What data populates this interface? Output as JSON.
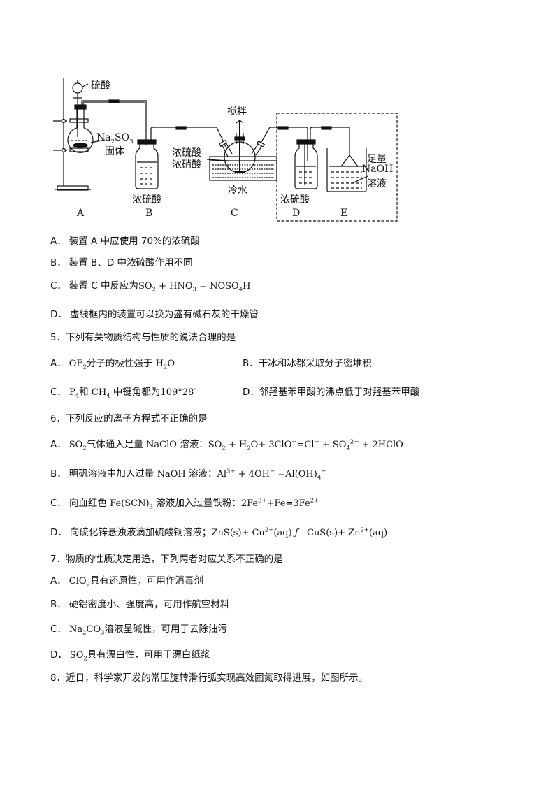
{
  "figure": {
    "labels": {
      "sulfuric_acid_funnel": "硫酸",
      "na2so3": "Na2SO3",
      "solid": "固体",
      "conc_h2so4_B": "浓硫酸",
      "stir": "搅拌",
      "conc_h2so4_C": "浓硫酸",
      "conc_hno3_C": "浓硝酸",
      "cold_water": "冷水",
      "conc_h2so4_D": "浓硫酸",
      "excess": "足量",
      "naoh": "NaOH",
      "solution": "溶液"
    },
    "apparatus_letters": [
      "A",
      "B",
      "C",
      "D",
      "E"
    ]
  },
  "q4_options": [
    {
      "label": "A．",
      "text": "装置 A 中应使用 70%的浓硫酸"
    },
    {
      "label": "B．",
      "text": "装置 B、D 中浓硫酸作用不同"
    },
    {
      "label": "C．",
      "text_pre": "装置 C 中反应为",
      "formula": "SO2 + HNO3 = NOSO4H"
    },
    {
      "label": "D．",
      "text": "虚线框内的装置可以换为盛有碱石灰的干燥管"
    }
  ],
  "q5": {
    "stem": "5．下列有关物质结构与性质的说法合理的是",
    "options": [
      {
        "label": "A．",
        "text": "OF2分子的极性强于 H2O"
      },
      {
        "label": "B．",
        "text": "干冰和冰都采取分子密堆积"
      },
      {
        "label": "C．",
        "text": "P4和 CH4 中键角都为109°28′"
      },
      {
        "label": "D．",
        "text": "邻羟基苯甲酸的沸点低于对羟基苯甲酸"
      }
    ]
  },
  "q6": {
    "stem": "6．下列反应的离子方程式不正确的是",
    "options": [
      {
        "label": "A．",
        "text": "SO2气体通入足量 NaClO 溶液：SO2 + H2O+ 3ClO⁻=Cl⁻ + SO4²⁻ + 2HClO"
      },
      {
        "label": "B．",
        "text": "明矾溶液中加入过量 NaOH 溶液：Al³⁺ + 4OH⁻ =Al(OH)4⁻"
      },
      {
        "label": "C．",
        "text": "向血红色 Fe(SCN)3 溶液加入过量铁粉：2Fe³⁺+Fe=3Fe²⁺"
      },
      {
        "label": "D．",
        "text": "向硫化锌悬浊液滴加硫酸铜溶液；ZnS(s)+ Cu²⁺(aq) ƒ  CuS(s)+ Zn²⁺(aq)"
      }
    ]
  },
  "q7": {
    "stem": "7．物质的性质决定用途，下列两者对应关系不正确的是",
    "options": [
      {
        "label": "A．",
        "text": "ClO2具有还原性，可用作消毒剂"
      },
      {
        "label": "B．",
        "text": "硬铝密度小、强度高，可用作航空材料"
      },
      {
        "label": "C．",
        "text": "Na2CO3溶液呈碱性，可用于去除油污"
      },
      {
        "label": "D．",
        "text": "SO2具有漂白性，可用于漂白纸浆"
      }
    ]
  },
  "q8": {
    "stem": "8．近日，科学家开发的常压旋转滑行弧实现高效固氮取得进展，如图所示。"
  }
}
